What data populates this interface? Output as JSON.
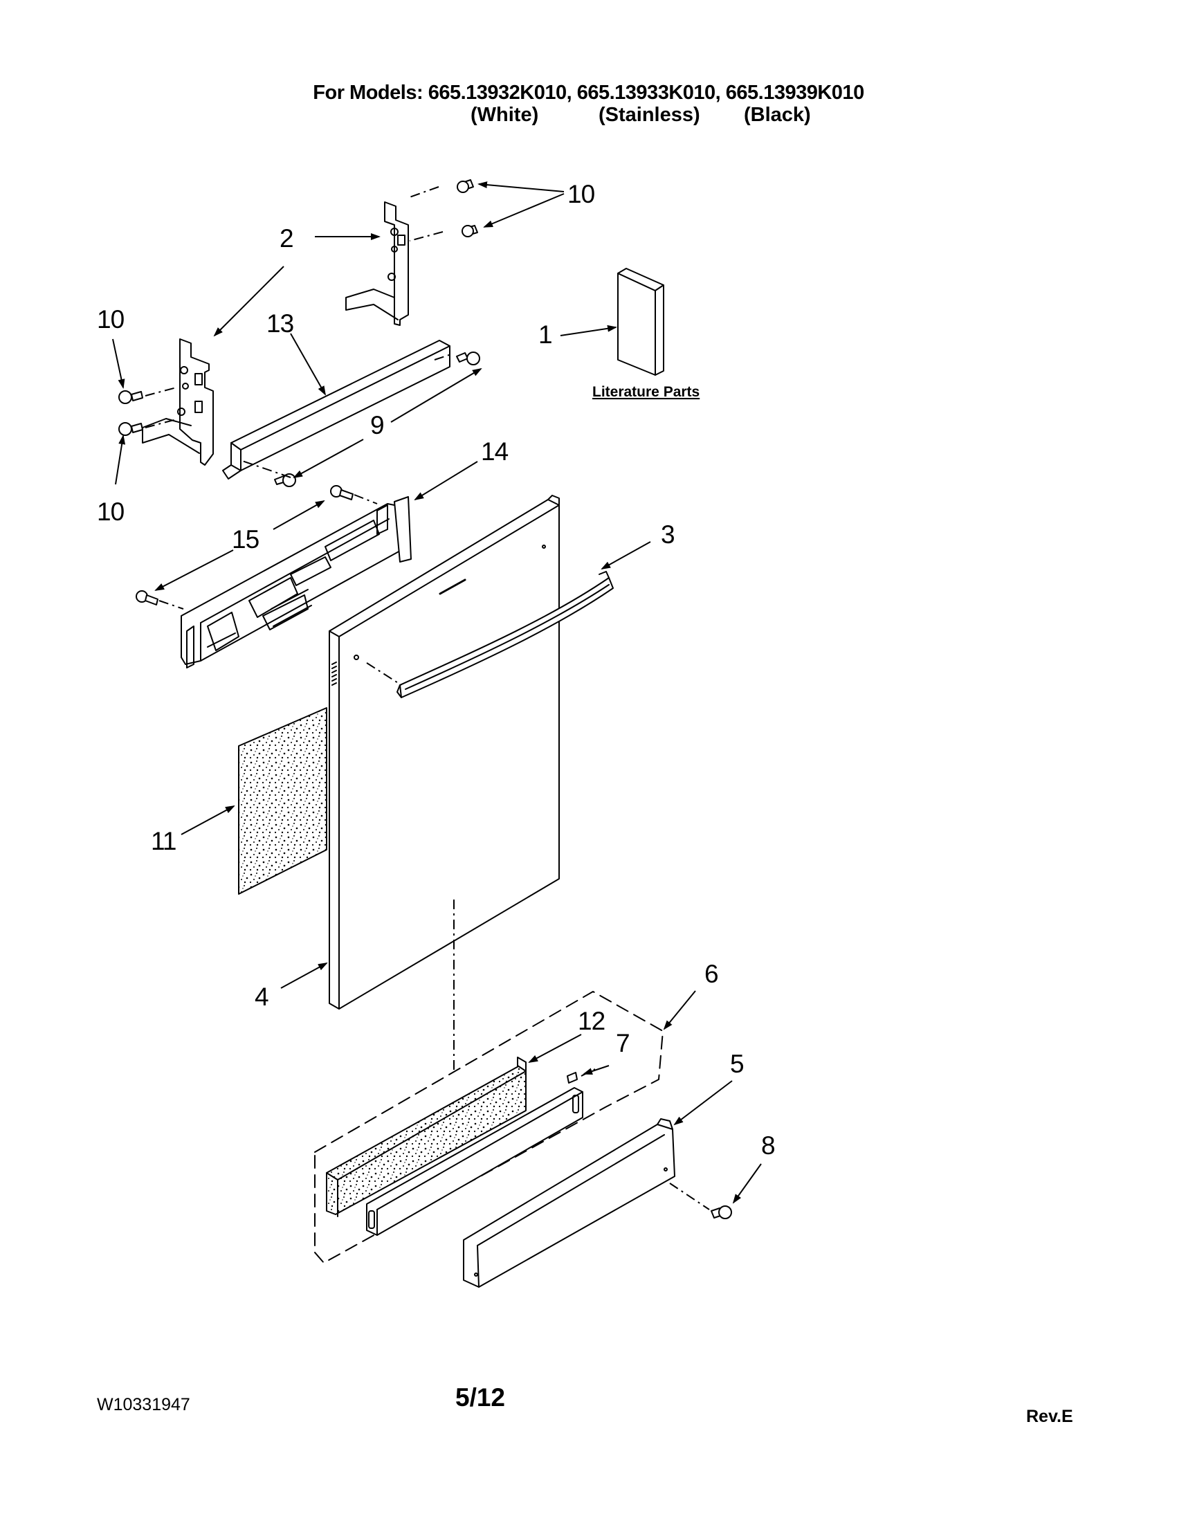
{
  "header": {
    "prefix": "For Models:",
    "models": [
      {
        "number": "665.13932K010,",
        "finish": "(White)"
      },
      {
        "number": "665.13933K010,",
        "finish": "(Stainless)"
      },
      {
        "number": "665.13939K010",
        "finish": "(Black)"
      }
    ]
  },
  "callouts": [
    "1",
    "2",
    "3",
    "4",
    "5",
    "6",
    "7",
    "8",
    "9",
    "10",
    "10",
    "10",
    "11",
    "12",
    "13",
    "14",
    "15"
  ],
  "literature_label": "Literature Parts",
  "footer": {
    "doc_number": "W10331947",
    "page": "5/12",
    "revision": "Rev.E"
  }
}
